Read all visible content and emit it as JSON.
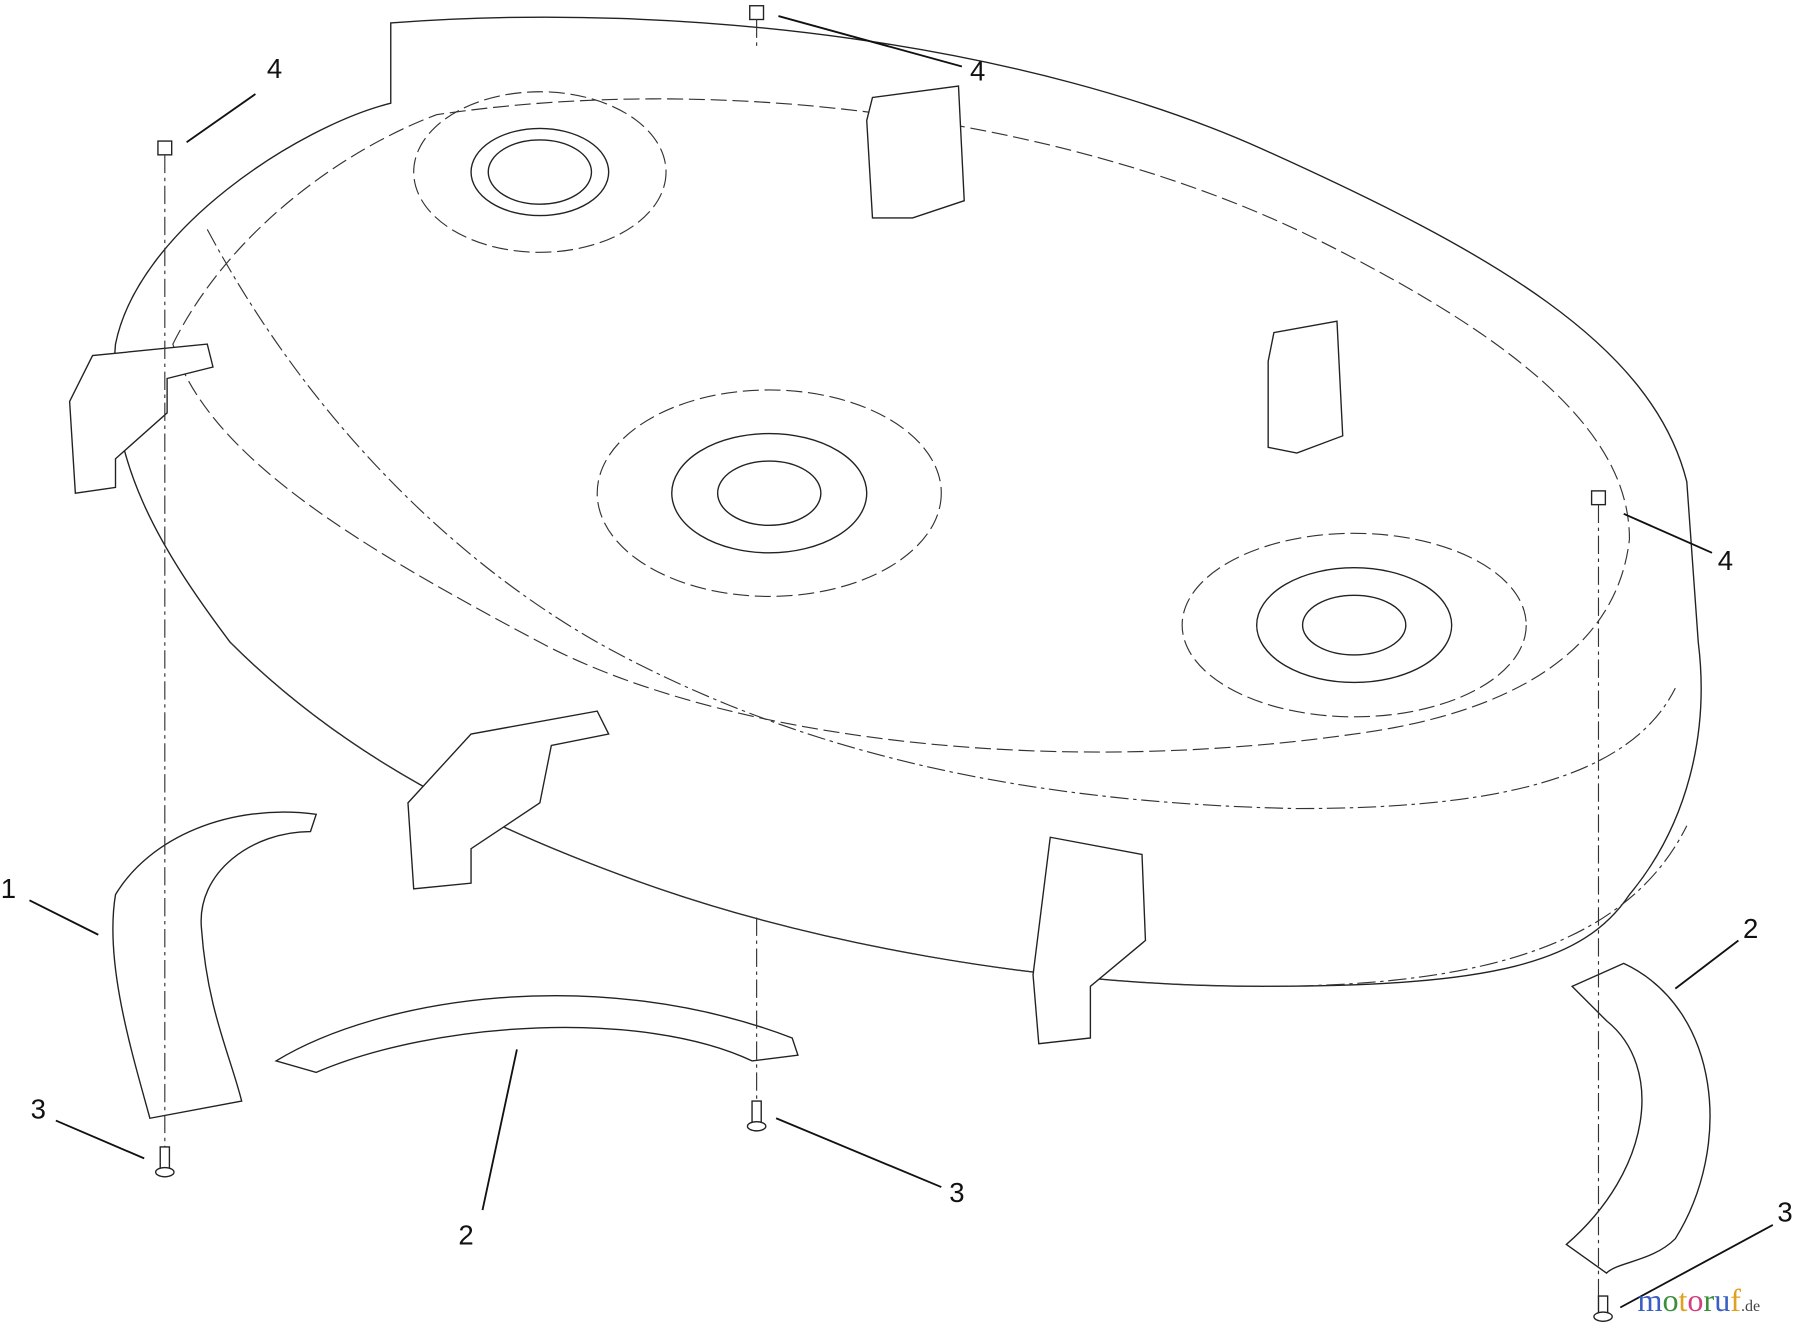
{
  "callouts": [
    {
      "number": "4"
    },
    {
      "number": "4"
    },
    {
      "number": "4"
    },
    {
      "number": "1"
    },
    {
      "number": "2"
    },
    {
      "number": "3"
    },
    {
      "number": "3"
    },
    {
      "number": "2"
    },
    {
      "number": "3"
    }
  ],
  "watermark": {
    "letters": [
      "m",
      "o",
      "t",
      "o",
      "r",
      "u",
      "f"
    ],
    "suffix": ".de",
    "colors": [
      "#3b5fc0",
      "#3b8f3b",
      "#e0a020",
      "#d04080",
      "#3b8f3b",
      "#3b5fc0",
      "#e0a020"
    ]
  }
}
